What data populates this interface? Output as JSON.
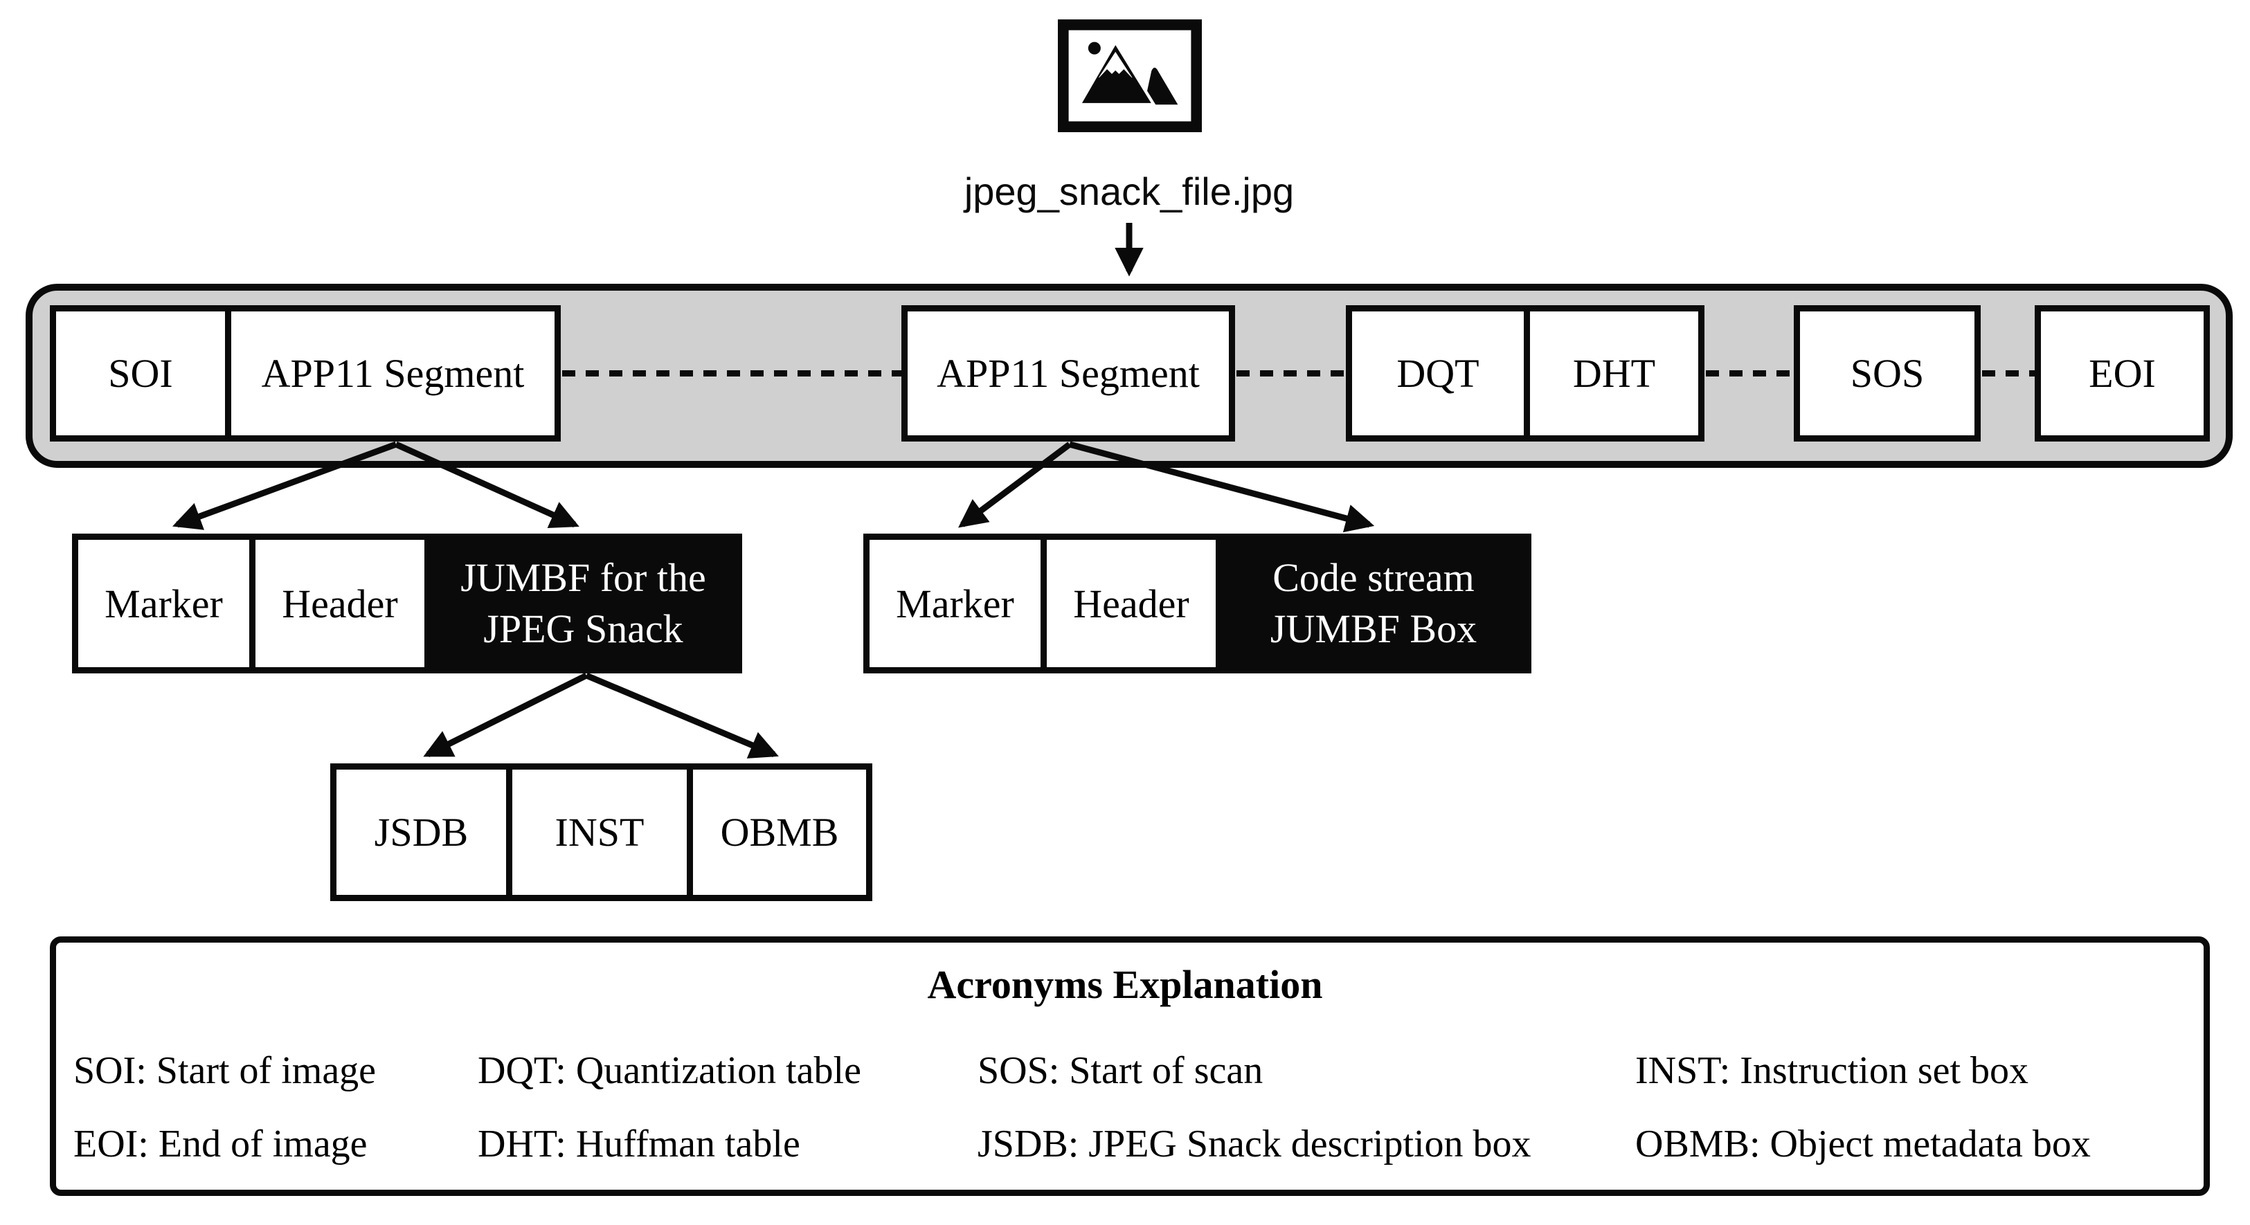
{
  "file": {
    "label": "jpeg_snack_file.jpg",
    "icon": "image-icon"
  },
  "stream": {
    "soi": "SOI",
    "app11_first": "APP11 Segment",
    "app11_second": "APP11 Segment",
    "dqt": "DQT",
    "dht": "DHT",
    "sos": "SOS",
    "eoi": "EOI"
  },
  "first_app11_children": {
    "marker": "Marker",
    "header": "Header",
    "jumbf_line1": "JUMBF for the",
    "jumbf_line2": "JPEG Snack"
  },
  "second_app11_children": {
    "marker": "Marker",
    "header": "Header",
    "jumbf_line1": "Code stream",
    "jumbf_line2": "JUMBF Box"
  },
  "jumbf_children": {
    "jsdb": "JSDB",
    "inst": "INST",
    "obmb": "OBMB"
  },
  "acronyms": {
    "title": "Acronyms Explanation",
    "entries": [
      "SOI: Start of image",
      "DQT: Quantization table",
      "SOS: Start of scan",
      "INST: Instruction set box",
      "EOI: End of image",
      "DHT: Huffman table",
      "JSDB: JPEG Snack description box",
      "OBMB: Object metadata box"
    ]
  },
  "colors": {
    "bar_fill": "#d0d0d0",
    "line": "#0a0a0a",
    "black_box_fill": "#0a0a0a",
    "black_box_text": "#ffffff"
  }
}
